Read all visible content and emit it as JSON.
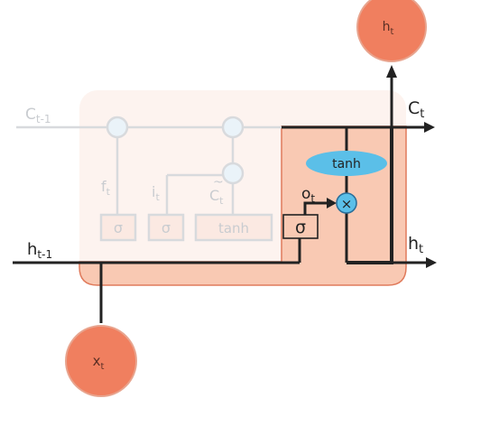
{
  "colors": {
    "cell_fill": "#f9c9b3",
    "node_fill": "#f07f5f",
    "node_stroke": "#e07b5c",
    "gate_fill": "#5bbfe8",
    "gate_stroke": "#2b6f9a",
    "line": "#222222",
    "faded": "#d8dadd"
  },
  "labels": {
    "c_prev": "C",
    "c_prev_sub": "t-1",
    "c_out": "C",
    "c_out_sub": "t",
    "h_prev": "h",
    "h_prev_sub": "t-1",
    "h_out_right": "h",
    "h_out_right_sub": "t",
    "h_out_top": "h",
    "h_out_top_sub": "t",
    "x_in": "x",
    "x_in_sub": "t",
    "o_gate": "o",
    "o_gate_sub": "t",
    "sigma": "σ",
    "tanh": "tanh",
    "multiply": "×",
    "forget": "f",
    "forget_sub": "t",
    "input": "i",
    "input_sub": "t",
    "candidate": "C",
    "candidate_sub": "t",
    "candidate_accent": "~",
    "faded_sigma_1": "σ",
    "faded_sigma_2": "σ",
    "faded_tanh": "tanh"
  }
}
